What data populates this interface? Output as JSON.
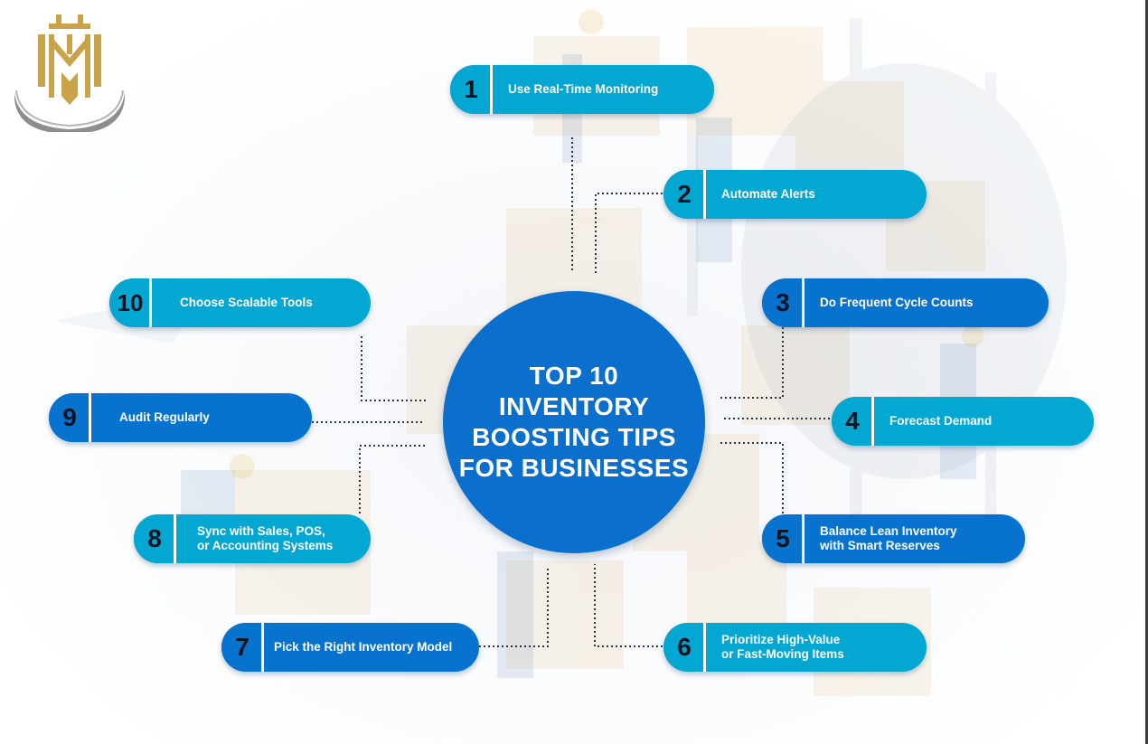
{
  "center": {
    "title": "TOP 10\nINVENTORY\nBOOSTING TIPS\nFOR BUSINESSES"
  },
  "tips": [
    {
      "number": "1",
      "label": "Use Real-Time Monitoring"
    },
    {
      "number": "2",
      "label": "Automate Alerts"
    },
    {
      "number": "3",
      "label": "Do Frequent Cycle Counts"
    },
    {
      "number": "4",
      "label": "Forecast Demand"
    },
    {
      "number": "5",
      "label": "Balance Lean Inventory\nwith Smart Reserves"
    },
    {
      "number": "6",
      "label": "Prioritize High-Value\nor Fast-Moving Items"
    },
    {
      "number": "7",
      "label": "Pick the Right Inventory Model"
    },
    {
      "number": "8",
      "label": "Sync with Sales, POS,\nor Accounting Systems"
    },
    {
      "number": "9",
      "label": "Audit Regularly"
    },
    {
      "number": "10",
      "label": "Choose Scalable Tools"
    }
  ],
  "colors": {
    "light_pill": "#04a7d1",
    "dark_pill": "#0873cf",
    "center": "#0a6fcd",
    "logo_gold": "#c9a24a"
  },
  "icons": {
    "logo": "crown-crest-logo"
  }
}
